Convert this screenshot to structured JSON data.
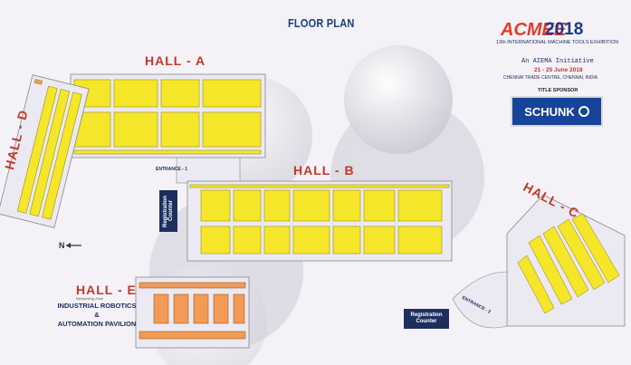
{
  "title": "FLOOR PLAN",
  "logo": {
    "brand": "ACMEE",
    "year": "2018",
    "subtitle": "13th INTERNATIONAL MACHINE TOOLS EXHIBITION",
    "initiative": "An AIEMA Initiative",
    "dates": "21 - 25 June 2018",
    "venue": "CHENNAI TRADE CENTRE, CHENNAI, INDIA"
  },
  "sponsor": {
    "label": "TITLE SPONSOR",
    "name": "SCHUNK"
  },
  "halls": {
    "a": "HALL - A",
    "b": "HALL - B",
    "c": "HALL - C",
    "d": "HALL - D",
    "e": "HALL - E",
    "e_sub": "Networking Zone"
  },
  "pavilion": {
    "line1": "INDUSTRIAL ROBOTICS",
    "line2": "&",
    "line3": "AUTOMATION PAVILION"
  },
  "registration": {
    "left": "Registration Counter",
    "right": "Registration Counter"
  },
  "entrances": {
    "one": "ENTRANCE - 1",
    "two": "ENTRANCE - 2"
  },
  "north": "N",
  "colors": {
    "stall": "#f5e62a",
    "stall_border": "#8a7f00",
    "pavilion_stall": "#f39a57",
    "accent": "#c0392b",
    "navy": "#1e2f5e"
  }
}
